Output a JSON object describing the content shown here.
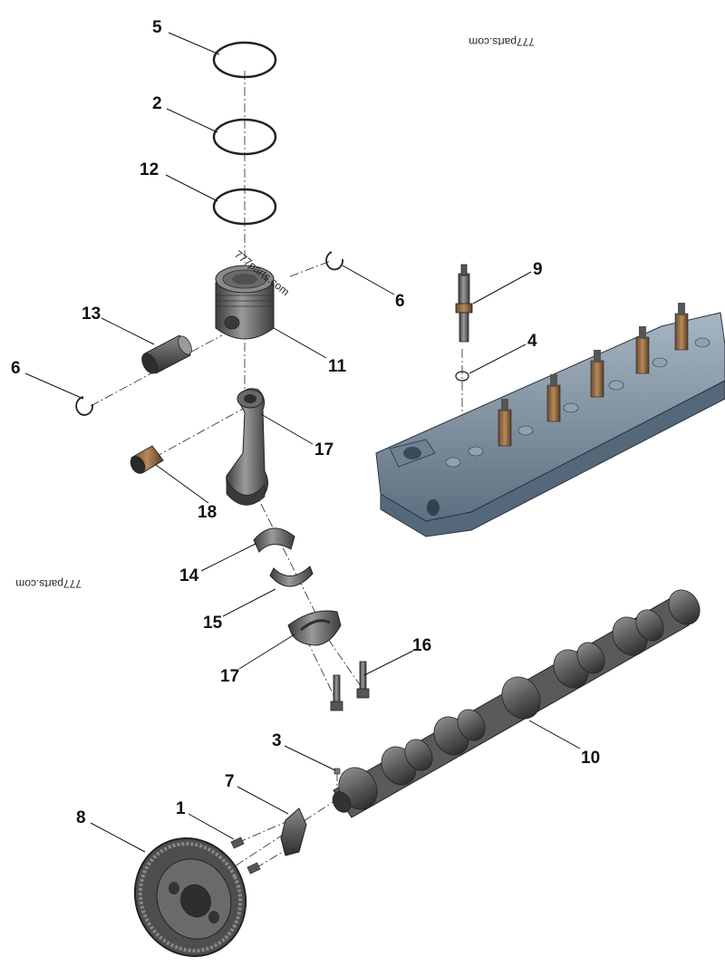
{
  "callouts": {
    "c1": "1",
    "c2": "2",
    "c3": "3",
    "c4": "4",
    "c5": "5",
    "c6a": "6",
    "c6b": "6",
    "c7": "7",
    "c8": "8",
    "c9": "9",
    "c10": "10",
    "c11": "11",
    "c12": "12",
    "c13": "13",
    "c14": "14",
    "c15": "15",
    "c16": "16",
    "c17a": "17",
    "c17b": "17",
    "c18": "18"
  },
  "watermarks": {
    "top": "777parts.com",
    "piston": "777parts.com",
    "left": "777parts.com"
  },
  "colors": {
    "part_dark": "#4a4a4a",
    "part_mid": "#6e6e6e",
    "part_light": "#9a9a9a",
    "head_blue": "#7f93a6",
    "ring": "#222222"
  }
}
